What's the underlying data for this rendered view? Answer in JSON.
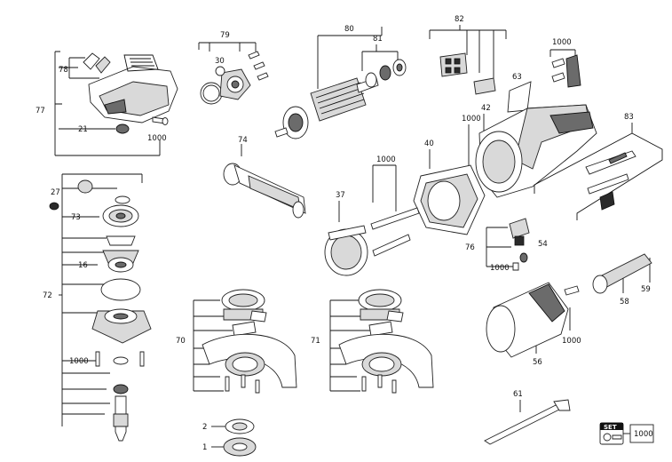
{
  "labels": {
    "l77": "77",
    "l78": "78",
    "l21": "21",
    "l1000a": "1000",
    "l79": "79",
    "l30": "30",
    "l80": "80",
    "l81": "81",
    "l82": "82",
    "l63": "63",
    "l1000b": "1000",
    "l42": "42",
    "l1000c": "1000",
    "l83": "83",
    "l74": "74",
    "l40": "40",
    "l1000d": "1000",
    "l37": "37",
    "l27": "27",
    "l73": "73",
    "l16": "16",
    "l72": "72",
    "l1000e": "1000",
    "l76": "76",
    "l54": "54",
    "l1000f": "1000",
    "l59": "59",
    "l58": "58",
    "l56": "56",
    "l1000g": "1000",
    "l70": "70",
    "l71": "71",
    "l2": "2",
    "l1": "1",
    "l61": "61",
    "set_badge": "SET",
    "l1000set": "1000"
  }
}
